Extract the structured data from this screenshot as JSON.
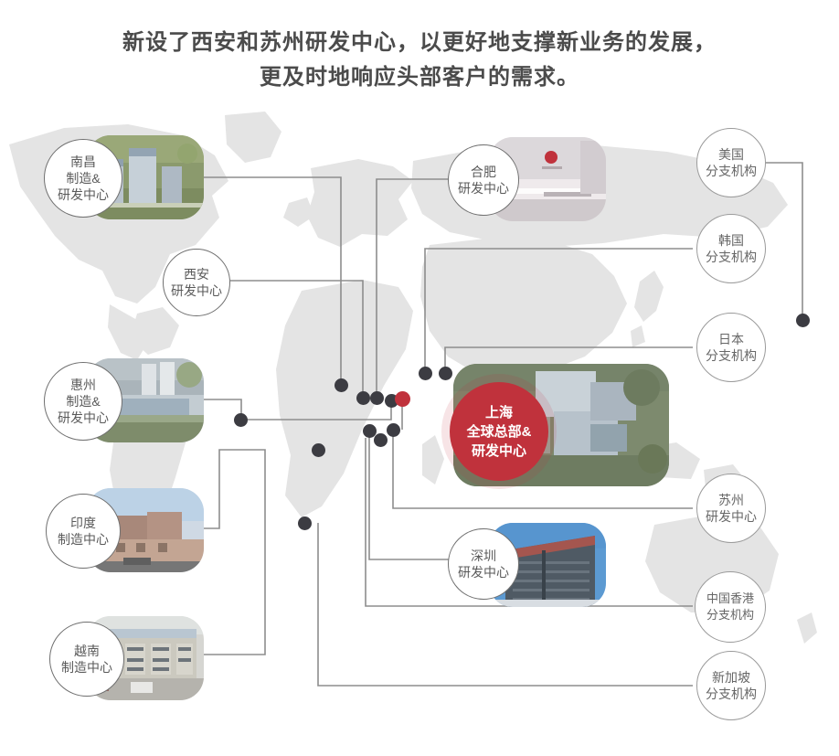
{
  "title": {
    "line1": "新设了西安和苏州研发中心，以更好地支撑新业务的发展，",
    "line2": "更及时地响应头部客户的需求。"
  },
  "colors": {
    "title_text": "#4b4b4b",
    "accent_red": "#c0323c",
    "dot_dark": "#3c3c42",
    "line_gray": "#8d8d8d",
    "bubble_text": "#5a5a5a",
    "map_land": "#e3e3e3"
  },
  "nodes": {
    "nanchang": {
      "line1": "南昌",
      "line2": "制造&",
      "line3": "研发中心"
    },
    "xian": {
      "line1": "西安",
      "line2": "研发中心"
    },
    "huizhou": {
      "line1": "惠州",
      "line2": "制造&",
      "line3": "研发中心"
    },
    "india": {
      "line1": "印度",
      "line2": "制造中心"
    },
    "vietnam": {
      "line1": "越南",
      "line2": "制造中心"
    },
    "hefei": {
      "line1": "合肥",
      "line2": "研发中心"
    },
    "shanghai": {
      "line1": "上海",
      "line2": "全球总部&",
      "line3": "研发中心"
    },
    "shenzhen": {
      "line1": "深圳",
      "line2": "研发中心"
    },
    "usa": {
      "line1": "美国",
      "line2": "分支机构"
    },
    "korea": {
      "line1": "韩国",
      "line2": "分支机构"
    },
    "japan": {
      "line1": "日本",
      "line2": "分支机构"
    },
    "suzhou": {
      "line1": "苏州",
      "line2": "研发中心"
    },
    "hongkong": {
      "line1": "中国香港",
      "line2": "分支机构"
    },
    "singapore": {
      "line1": "新加坡",
      "line2": "分支机构"
    }
  }
}
